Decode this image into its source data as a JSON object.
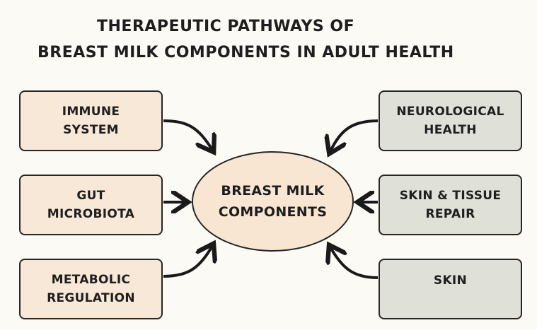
{
  "title": {
    "line1": "THERAPEUTIC PATHWAYS OF",
    "line2": "BREAST MILK COMPONENTS IN ADULT HEALTH"
  },
  "center": {
    "line1": "BREAST MILK",
    "line2": "COMPONENTS"
  },
  "left_nodes": [
    {
      "line1": "IMMUNE",
      "line2": "SYSTEM"
    },
    {
      "line1": "GUT",
      "line2": "MICROBIOTA"
    },
    {
      "line1": "METABOLIC",
      "line2": "REGULATION"
    }
  ],
  "right_nodes": [
    {
      "line1": "NEUROLOGICAL",
      "line2": "HEALTH"
    },
    {
      "line1": "SKIN & TISSUE",
      "line2": "REPAIR"
    },
    {
      "line1": "SKIN",
      "line2": ""
    }
  ],
  "colors": {
    "background": "#fcfaf5",
    "left_fill": "#f8e8d8",
    "right_fill": "#dfe1d8",
    "center_fill": "#f8e6d3",
    "stroke": "#262626"
  }
}
